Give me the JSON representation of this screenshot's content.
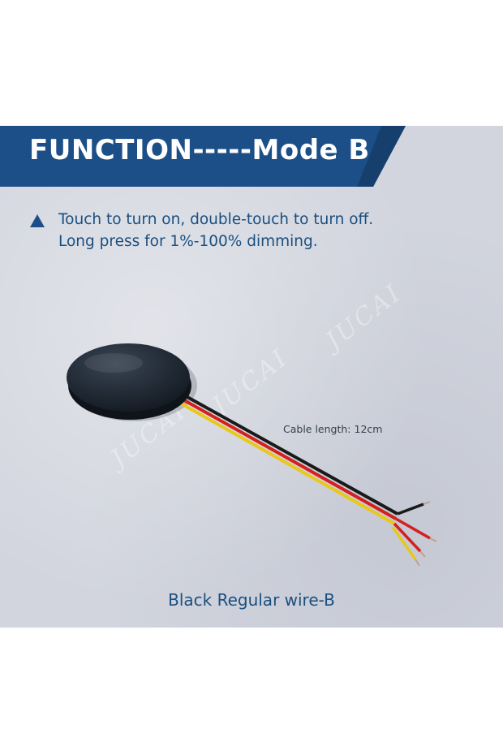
{
  "banner": {
    "title": "FUNCTION-----Mode B",
    "color": "#1c4f88"
  },
  "feature": {
    "icon": "triangle-bullet-icon",
    "line1": "Touch to turn on, double-touch to turn off.",
    "line2": "Long press for 1%-100% dimming."
  },
  "product": {
    "cable_label": "Cable length: 12cm",
    "caption": "Black Regular wire-B",
    "wire_colors": [
      "#1a1a1a",
      "#d4201e",
      "#e8c81a"
    ]
  },
  "watermark": {
    "text": "JUCAI"
  },
  "colors": {
    "panel": "#d2d5de",
    "text": "#1a4f7f",
    "sensor": "#222b36"
  }
}
